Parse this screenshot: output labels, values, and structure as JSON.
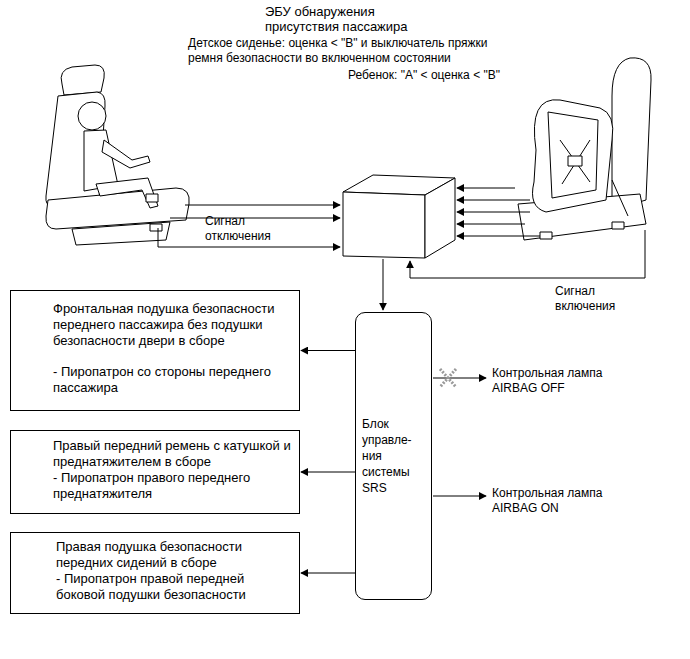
{
  "diagram": {
    "nodes": [
      {
        "text": [
          "Блок управле- ния системы SRS"
        ]
      },
      {
        "text": [
          "Фронтальная подушка безопасности переднего пассажира без подушки безопасности двери в сборе",
          "- Пиропатрон со стороны переднего пассажира"
        ]
      },
      {
        "text": [
          "Правый передний ремень с катушкой и преднатяжителем в сборе",
          "- Пиропатрон правого переднего преднатяжителя"
        ]
      },
      {
        "text": [
          "Правая подушка безопасности передних сидений в сборе",
          "- Пиропатрон правой передней боковой подушки безопасности"
        ]
      }
    ],
    "edges": [
      {
        "from": 0,
        "to": 1,
        "arrow": "to"
      },
      {
        "from": 0,
        "to": 2,
        "arrow": "to"
      },
      {
        "from": 0,
        "to": 3,
        "arrow": "to"
      }
    ],
    "labels": [
      "ЭБУ обнаружения присутствия пассажира",
      "Детское сиденье: оценка < \"B\" и выключатель пряжки ремня безопасности во включенном состоянии",
      "Ребенок: \"A\" < оценка < \"B\"",
      "Сигнал отключения",
      "Сигнал включения",
      "Контрольная лампа AIRBAG OFF",
      "Контрольная лампа AIRBAG ON"
    ]
  }
}
